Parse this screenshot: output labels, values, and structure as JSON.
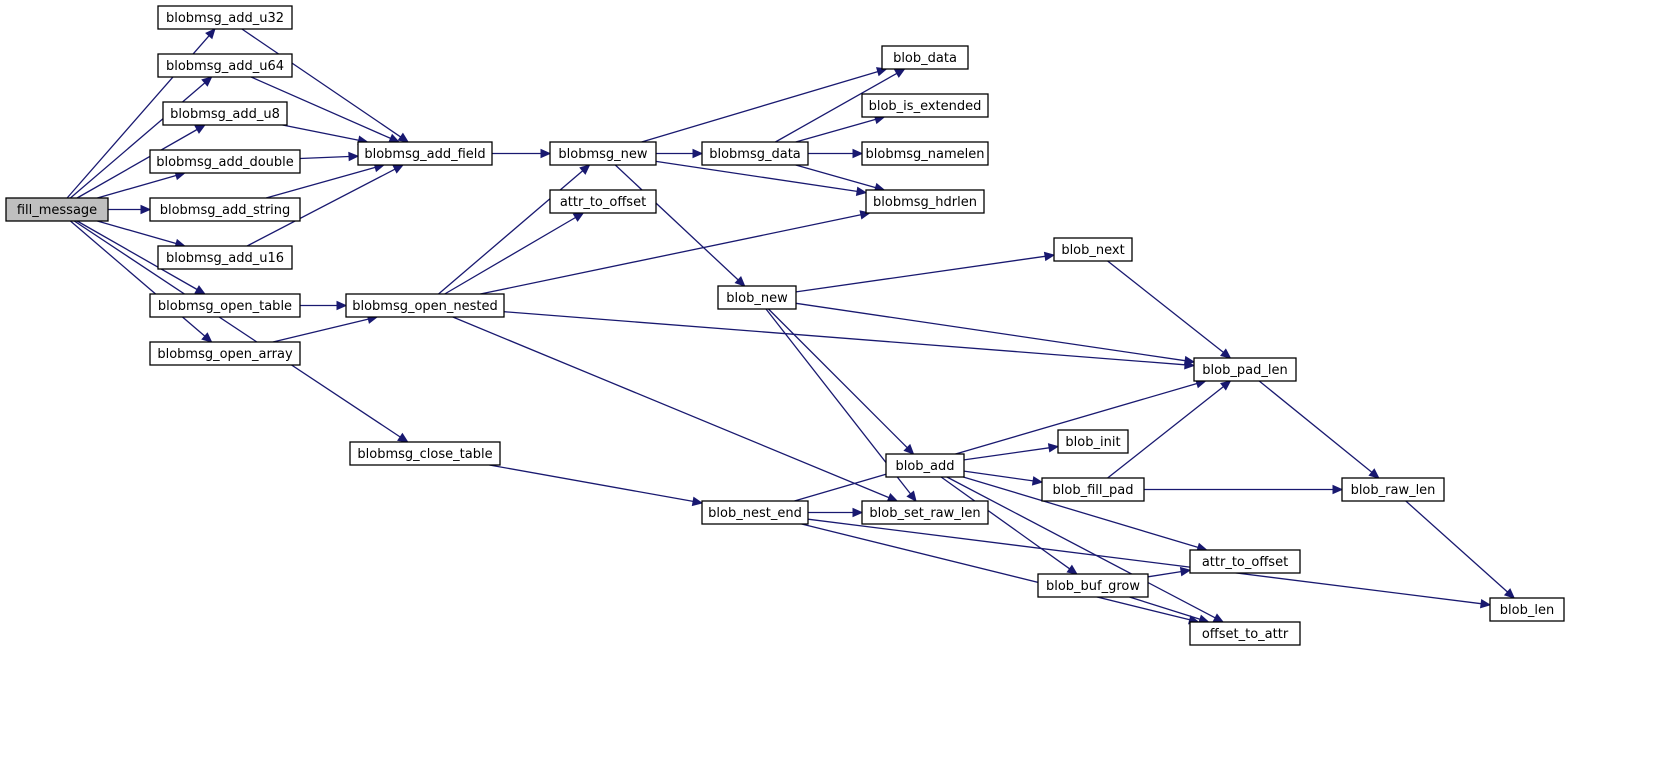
{
  "colors": {
    "edge": "#191970",
    "root_fill": "#bfbfbf",
    "node_fill": "#ffffff",
    "node_border": "#000000"
  },
  "nodes": [
    {
      "id": "fill_message",
      "label": "fill_message",
      "root": true
    },
    {
      "id": "blobmsg_add_u32",
      "label": "blobmsg_add_u32"
    },
    {
      "id": "blobmsg_add_u64",
      "label": "blobmsg_add_u64"
    },
    {
      "id": "blobmsg_add_u8",
      "label": "blobmsg_add_u8"
    },
    {
      "id": "blobmsg_add_double",
      "label": "blobmsg_add_double"
    },
    {
      "id": "blobmsg_add_string",
      "label": "blobmsg_add_string"
    },
    {
      "id": "blobmsg_add_u16",
      "label": "blobmsg_add_u16"
    },
    {
      "id": "blobmsg_open_table",
      "label": "blobmsg_open_table"
    },
    {
      "id": "blobmsg_open_array",
      "label": "blobmsg_open_array"
    },
    {
      "id": "blobmsg_close_table",
      "label": "blobmsg_close_table"
    },
    {
      "id": "blobmsg_add_field",
      "label": "blobmsg_add_field"
    },
    {
      "id": "blobmsg_open_nested",
      "label": "blobmsg_open_nested"
    },
    {
      "id": "blobmsg_new",
      "label": "blobmsg_new"
    },
    {
      "id": "attr_to_offset_1",
      "label": "attr_to_offset"
    },
    {
      "id": "blobmsg_data",
      "label": "blobmsg_data"
    },
    {
      "id": "blob_new",
      "label": "blob_new"
    },
    {
      "id": "blob_nest_end",
      "label": "blob_nest_end"
    },
    {
      "id": "blob_data",
      "label": "blob_data"
    },
    {
      "id": "blob_is_extended",
      "label": "blob_is_extended"
    },
    {
      "id": "blobmsg_namelen",
      "label": "blobmsg_namelen"
    },
    {
      "id": "blobmsg_hdrlen",
      "label": "blobmsg_hdrlen"
    },
    {
      "id": "blob_add",
      "label": "blob_add"
    },
    {
      "id": "blob_set_raw_len",
      "label": "blob_set_raw_len"
    },
    {
      "id": "blob_next",
      "label": "blob_next"
    },
    {
      "id": "blob_init",
      "label": "blob_init"
    },
    {
      "id": "blob_fill_pad",
      "label": "blob_fill_pad"
    },
    {
      "id": "blob_buf_grow",
      "label": "blob_buf_grow"
    },
    {
      "id": "blob_pad_len",
      "label": "blob_pad_len"
    },
    {
      "id": "attr_to_offset_2",
      "label": "attr_to_offset"
    },
    {
      "id": "offset_to_attr",
      "label": "offset_to_attr"
    },
    {
      "id": "blob_raw_len",
      "label": "blob_raw_len"
    },
    {
      "id": "blob_len",
      "label": "blob_len"
    }
  ],
  "edges": [
    [
      "fill_message",
      "blobmsg_add_u32"
    ],
    [
      "fill_message",
      "blobmsg_add_u64"
    ],
    [
      "fill_message",
      "blobmsg_add_u8"
    ],
    [
      "fill_message",
      "blobmsg_add_double"
    ],
    [
      "fill_message",
      "blobmsg_add_string"
    ],
    [
      "fill_message",
      "blobmsg_add_u16"
    ],
    [
      "fill_message",
      "blobmsg_open_table"
    ],
    [
      "fill_message",
      "blobmsg_open_array"
    ],
    [
      "fill_message",
      "blobmsg_close_table"
    ],
    [
      "blobmsg_add_u32",
      "blobmsg_add_field"
    ],
    [
      "blobmsg_add_u64",
      "blobmsg_add_field"
    ],
    [
      "blobmsg_add_u8",
      "blobmsg_add_field"
    ],
    [
      "blobmsg_add_double",
      "blobmsg_add_field"
    ],
    [
      "blobmsg_add_string",
      "blobmsg_add_field"
    ],
    [
      "blobmsg_add_u16",
      "blobmsg_add_field"
    ],
    [
      "blobmsg_open_table",
      "blobmsg_open_nested"
    ],
    [
      "blobmsg_open_array",
      "blobmsg_open_nested"
    ],
    [
      "blobmsg_close_table",
      "blob_nest_end"
    ],
    [
      "blobmsg_add_field",
      "blobmsg_new"
    ],
    [
      "blobmsg_open_nested",
      "blobmsg_new"
    ],
    [
      "blobmsg_open_nested",
      "attr_to_offset_1"
    ],
    [
      "blobmsg_open_nested",
      "blobmsg_hdrlen"
    ],
    [
      "blobmsg_open_nested",
      "blob_pad_len"
    ],
    [
      "blobmsg_open_nested",
      "blob_set_raw_len"
    ],
    [
      "blobmsg_new",
      "blob_data"
    ],
    [
      "blobmsg_new",
      "blobmsg_data"
    ],
    [
      "blobmsg_new",
      "blobmsg_hdrlen"
    ],
    [
      "blobmsg_new",
      "blob_new"
    ],
    [
      "blobmsg_data",
      "blob_data"
    ],
    [
      "blobmsg_data",
      "blob_is_extended"
    ],
    [
      "blobmsg_data",
      "blobmsg_namelen"
    ],
    [
      "blobmsg_data",
      "blobmsg_hdrlen"
    ],
    [
      "blob_new",
      "blob_next"
    ],
    [
      "blob_new",
      "blob_pad_len"
    ],
    [
      "blob_new",
      "blob_add"
    ],
    [
      "blob_new",
      "blob_set_raw_len"
    ],
    [
      "blob_nest_end",
      "blob_pad_len"
    ],
    [
      "blob_nest_end",
      "blob_set_raw_len"
    ],
    [
      "blob_nest_end",
      "offset_to_attr"
    ],
    [
      "blob_nest_end",
      "blob_len"
    ],
    [
      "blob_add",
      "blob_init"
    ],
    [
      "blob_add",
      "blob_fill_pad"
    ],
    [
      "blob_add",
      "blob_buf_grow"
    ],
    [
      "blob_add",
      "attr_to_offset_2"
    ],
    [
      "blob_add",
      "offset_to_attr"
    ],
    [
      "blob_next",
      "blob_pad_len"
    ],
    [
      "blob_fill_pad",
      "blob_pad_len"
    ],
    [
      "blob_fill_pad",
      "blob_raw_len"
    ],
    [
      "blob_buf_grow",
      "attr_to_offset_2"
    ],
    [
      "blob_buf_grow",
      "offset_to_attr"
    ],
    [
      "blob_pad_len",
      "blob_raw_len"
    ],
    [
      "blob_raw_len",
      "blob_len"
    ]
  ]
}
